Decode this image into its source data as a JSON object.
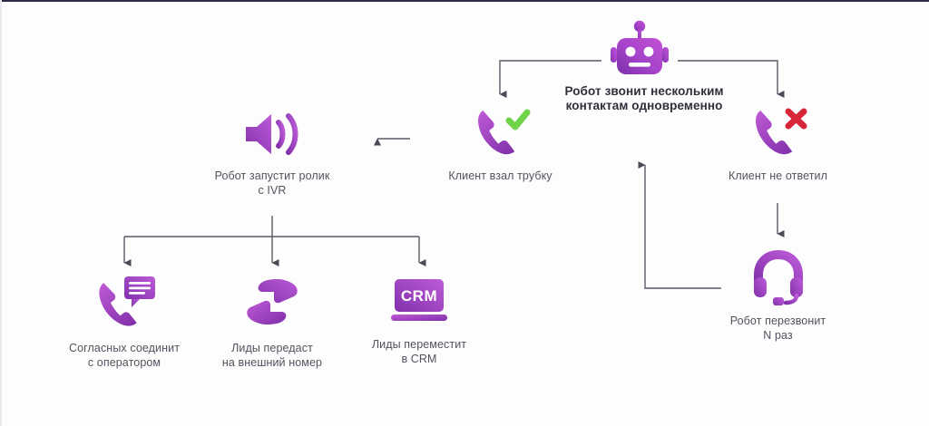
{
  "theme": {
    "background": "#fdfdfe",
    "accent_purple_light": "#b14fd8",
    "accent_purple_dark": "#7b2fa8",
    "accent_magenta": "#c451d6",
    "check_green": "#6fd44a",
    "cross_red": "#d72638",
    "connector_gray": "#5a5a66",
    "label_text": "#52525e",
    "title_text": "#2f2f3a"
  },
  "diagram": {
    "type": "flowchart",
    "title": {
      "text": "Робот звонит нескольким\nконтактам одновременно",
      "icon": "robot-icon"
    },
    "nodes": [
      {
        "id": "robot",
        "icon": "robot-icon",
        "label": "Робот звонит нескольким\nконтактам одновременно",
        "is_title": true
      },
      {
        "id": "answered",
        "icon": "phone-check-icon",
        "label": "Клиент взал трубку"
      },
      {
        "id": "not-answered",
        "icon": "phone-cross-icon",
        "label": "Клиент не ответил"
      },
      {
        "id": "callback",
        "icon": "headset-icon",
        "label": "Робот перезвонит\nN раз"
      },
      {
        "id": "ivr",
        "icon": "speaker-icon",
        "label": "Робот запустит ролик\nс IVR"
      },
      {
        "id": "operator",
        "icon": "phone-chat-icon",
        "label": "Согласных соединит\nс оператором"
      },
      {
        "id": "external",
        "icon": "transfer-hands-icon",
        "label": "Лиды передаст\nна внешний номер"
      },
      {
        "id": "crm",
        "icon": "crm-laptop-icon",
        "icon_text": "CRM",
        "label": "Лиды переместит\nв CRM"
      }
    ],
    "edges": [
      {
        "from": "robot",
        "to": "answered",
        "style": "elbow-down-left"
      },
      {
        "from": "robot",
        "to": "not-answered",
        "style": "elbow-down-right"
      },
      {
        "from": "not-answered",
        "to": "callback",
        "style": "straight-down"
      },
      {
        "from": "callback",
        "to": "answered",
        "style": "loop-left-up"
      },
      {
        "from": "answered",
        "to": "ivr",
        "style": "straight-left"
      },
      {
        "from": "ivr",
        "to": "operator",
        "style": "fork-down-left"
      },
      {
        "from": "ivr",
        "to": "external",
        "style": "fork-down-center"
      },
      {
        "from": "ivr",
        "to": "crm",
        "style": "fork-down-right"
      }
    ]
  }
}
